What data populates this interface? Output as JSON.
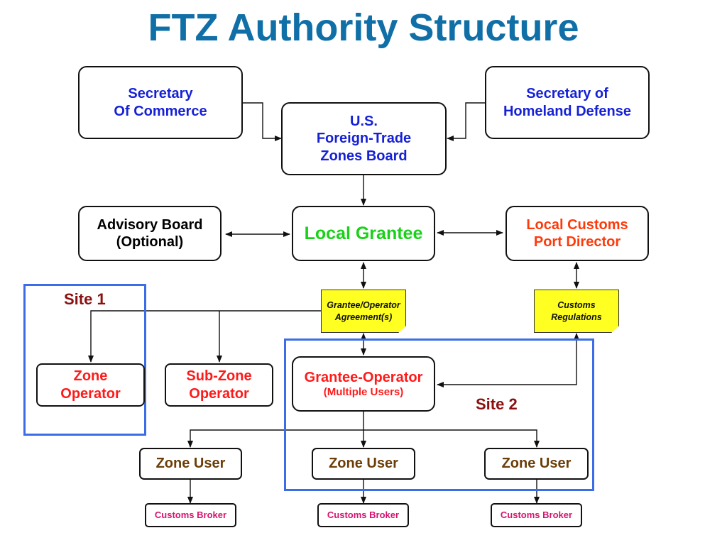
{
  "title": "FTZ Authority Structure",
  "colors": {
    "title": "#0f6fa6",
    "blue_text": "#1621d6",
    "green_text": "#19d119",
    "orange_text": "#ff3a0a",
    "red_text": "#ff1a1a",
    "brown_text": "#6b3d08",
    "broker_text": "#d6146e",
    "site_border": "#3d6de6",
    "site_label": "#8b1010",
    "note_fill": "#ffff22"
  },
  "nodes": {
    "secretary_commerce": [
      "Secretary",
      "Of Commerce"
    ],
    "secretary_homeland": [
      "Secretary of",
      "Homeland Defense"
    ],
    "ftz_board": [
      "U.S.",
      "Foreign-Trade",
      "Zones Board"
    ],
    "advisory_board": [
      "Advisory Board",
      "(Optional)"
    ],
    "local_grantee": "Local Grantee",
    "customs_port_director": [
      "Local Customs",
      "Port Director"
    ],
    "zone_operator": [
      "Zone",
      "Operator"
    ],
    "subzone_operator": [
      "Sub-Zone",
      "Operator"
    ],
    "grantee_operator": "Grantee-Operator",
    "grantee_operator_sub": "(Multiple Users)",
    "zone_users": [
      "Zone User",
      "Zone User",
      "Zone User"
    ],
    "customs_brokers": [
      "Customs Broker",
      "Customs Broker",
      "Customs Broker"
    ]
  },
  "notes": {
    "agreement": [
      "Grantee/Operator",
      "Agreement(s)"
    ],
    "regulations": [
      "Customs",
      "Regulations"
    ]
  },
  "sites": {
    "site1": "Site 1",
    "site2": "Site 2"
  }
}
